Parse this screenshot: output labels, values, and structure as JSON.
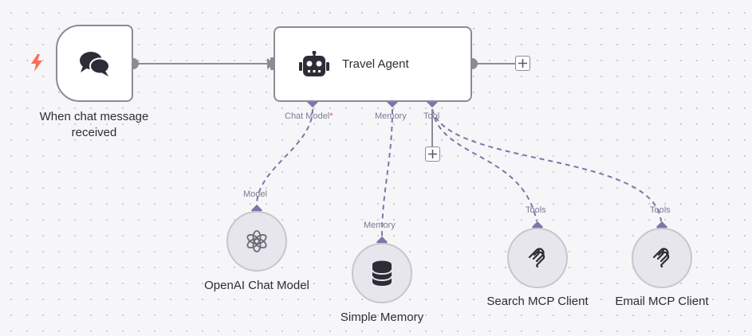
{
  "canvas": {
    "colors": {
      "edge": "#8c8c94",
      "dashed_edge": "#7878aa",
      "diamond_port": "#7878aa",
      "trigger_bolt": "#ff6d5a",
      "required_mark": "#e05470"
    }
  },
  "trigger": {
    "label": "When chat message received",
    "icon": "chat-bubbles-icon",
    "badge_icon": "lightning-bolt-icon"
  },
  "agent": {
    "title": "Travel Agent",
    "icon": "robot-icon",
    "ports": {
      "chat_model": "Chat Model",
      "chat_model_required": "*",
      "memory": "Memory",
      "tool": "Tool"
    }
  },
  "subnodes": [
    {
      "id": "openai",
      "label": "OpenAI Chat Model",
      "port_label": "Model",
      "icon": "openai-icon"
    },
    {
      "id": "memory",
      "label": "Simple Memory",
      "port_label": "Memory",
      "icon": "database-icon"
    },
    {
      "id": "search_mcp",
      "label": "Search MCP Client",
      "port_label": "Tools",
      "icon": "mcp-icon"
    },
    {
      "id": "email_mcp",
      "label": "Email MCP Client",
      "port_label": "Tools",
      "icon": "mcp-icon"
    }
  ],
  "buttons": {
    "add_after_agent": "+",
    "add_tool": "+"
  }
}
